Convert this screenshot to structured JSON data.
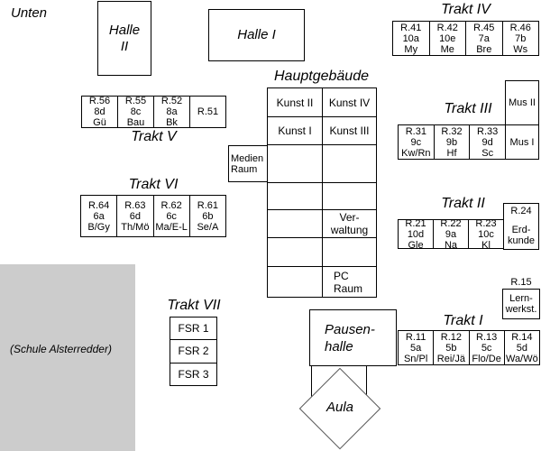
{
  "colors": {
    "background": "#ffffff",
    "border": "#000000",
    "adjacent_building_fill": "#cccccc",
    "diamond_border": "#555555"
  },
  "labels": {
    "unten": "Unten",
    "adjacent_building": "(Schule Alsterredder)"
  },
  "halle2": {
    "name": "Halle\nII"
  },
  "halle1": {
    "name": "Halle I"
  },
  "hauptgebaeude": {
    "title": "Hauptgebäude",
    "medienraum": "Medien\nRaum",
    "cells": [
      "Kunst II",
      "Kunst IV",
      "Kunst I",
      "Kunst III",
      "",
      "",
      "",
      "",
      "",
      "Ver-\nwaltung",
      "",
      "",
      "",
      "PC\nRaum"
    ]
  },
  "trakt4": {
    "title": "Trakt IV",
    "rooms": [
      {
        "id": "R.41",
        "group": "10a",
        "teacher": "My"
      },
      {
        "id": "R.42",
        "group": "10e",
        "teacher": "Me"
      },
      {
        "id": "R.45",
        "group": "7a",
        "teacher": "Bre"
      },
      {
        "id": "R.46",
        "group": "7b",
        "teacher": "Ws"
      }
    ]
  },
  "trakt5": {
    "title": "Trakt V",
    "rooms": [
      {
        "id": "R.56",
        "group": "8d",
        "teacher": "Gü"
      },
      {
        "id": "R.55",
        "group": "8c",
        "teacher": "Bau"
      },
      {
        "id": "R.52",
        "group": "8a",
        "teacher": "Bk"
      },
      {
        "id": "R.51",
        "group": "",
        "teacher": ""
      }
    ]
  },
  "trakt6": {
    "title": "Trakt VI",
    "rooms": [
      {
        "id": "R.64",
        "group": "6a",
        "teacher": "B/Gy"
      },
      {
        "id": "R.63",
        "group": "6d",
        "teacher": "Th/Mö"
      },
      {
        "id": "R.62",
        "group": "6c",
        "teacher": "Ma/E-L"
      },
      {
        "id": "R.61",
        "group": "6b",
        "teacher": "Se/A"
      }
    ]
  },
  "trakt3": {
    "title": "Trakt III",
    "mus2": "Mus II",
    "mus1": "Mus I",
    "rooms": [
      {
        "id": "R.31",
        "group": "9c",
        "teacher": "Kw/Rn"
      },
      {
        "id": "R.32",
        "group": "9b",
        "teacher": "Hf"
      },
      {
        "id": "R.33",
        "group": "9d",
        "teacher": "Sc"
      }
    ]
  },
  "trakt2": {
    "title": "Trakt II",
    "r24": {
      "id": "R.24",
      "name": "Erd-\nkunde"
    },
    "rooms": [
      {
        "id": "R.21",
        "group": "10d",
        "teacher": "Gle"
      },
      {
        "id": "R.22",
        "group": "9a",
        "teacher": "Na"
      },
      {
        "id": "R.23",
        "group": "10c",
        "teacher": "Kl"
      }
    ]
  },
  "trakt1": {
    "title": "Trakt I",
    "r15_label": "R.15",
    "r15_name": "Lern-\nwerkst.",
    "rooms": [
      {
        "id": "R.11",
        "group": "5a",
        "teacher": "Sn/Pl"
      },
      {
        "id": "R.12",
        "group": "5b",
        "teacher": "Rei/Jä"
      },
      {
        "id": "R.13",
        "group": "5c",
        "teacher": "Flo/De"
      },
      {
        "id": "R.14",
        "group": "5d",
        "teacher": "Wa/Wö"
      }
    ]
  },
  "trakt7": {
    "title": "Trakt VII",
    "rooms": [
      "FSR 1",
      "FSR 2",
      "FSR 3"
    ]
  },
  "pausenhalle": {
    "name": "Pausen-\nhalle"
  },
  "aula": {
    "name": "Aula"
  }
}
